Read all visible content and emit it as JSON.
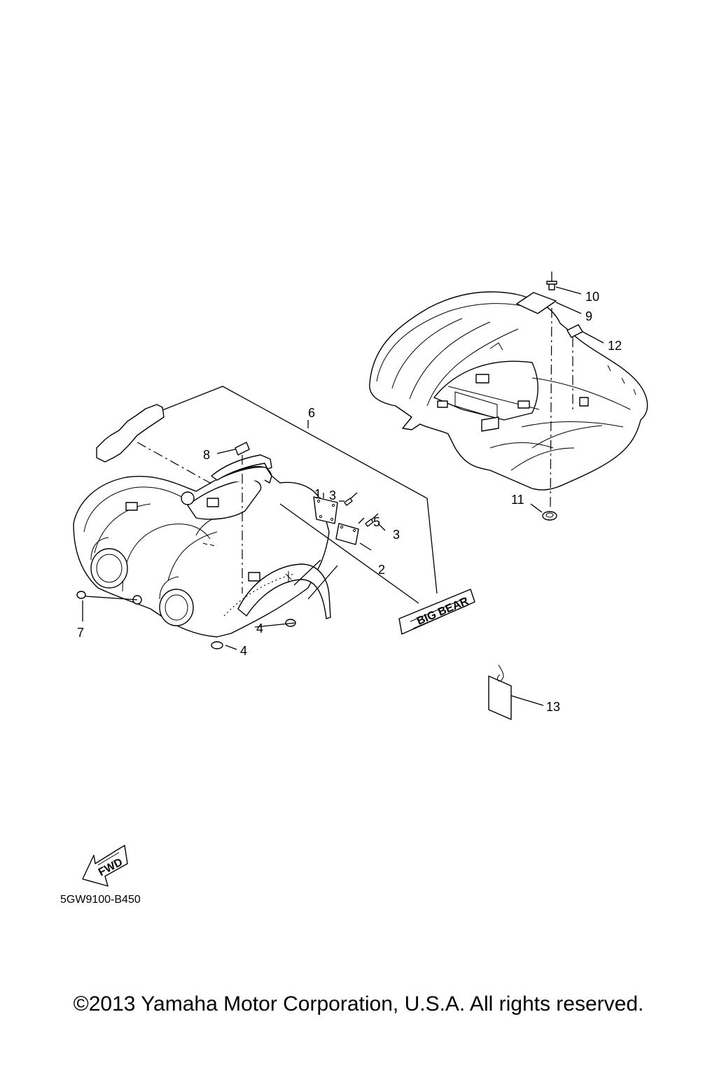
{
  "diagram": {
    "part_numbers": [
      "1",
      "2",
      "3",
      "3",
      "4",
      "4",
      "5",
      "6",
      "7",
      "8",
      "9",
      "10",
      "11",
      "12",
      "13"
    ],
    "drawing_code": "5GW9100-B450",
    "direction_label": "FWD",
    "emblem_text": "BIG BEAR"
  },
  "footer": {
    "copyright": "©2013 Yamaha Motor Corporation, U.S.A. All rights reserved."
  }
}
